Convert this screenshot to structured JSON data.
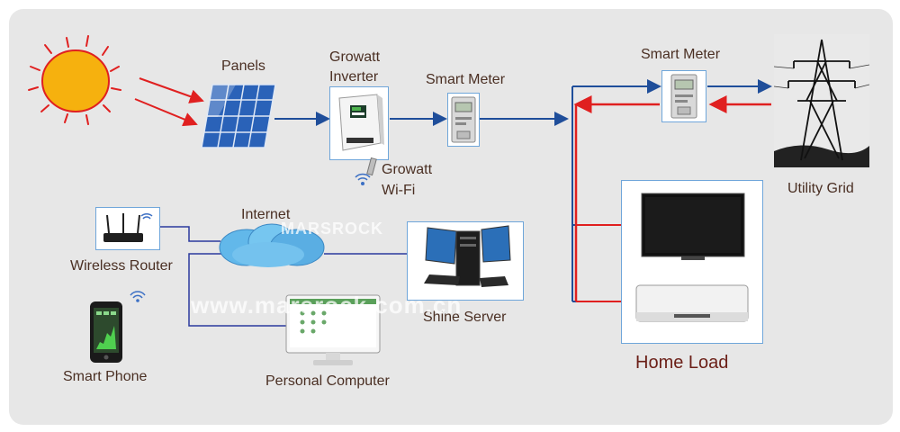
{
  "labels": {
    "panels": "Panels",
    "inverter_line1": "Growatt",
    "inverter_line2": "Inverter",
    "smart_meter_1": "Smart Meter",
    "smart_meter_2": "Smart Meter",
    "utility_grid": "Utility Grid",
    "wifi_line1": "Growatt",
    "wifi_line2": "Wi-Fi",
    "internet": "Internet",
    "wireless_router": "Wireless Router",
    "smart_phone": "Smart Phone",
    "shine_server": "Shine Server",
    "personal_computer": "Personal Computer",
    "home_load": "Home Load"
  },
  "watermarks": {
    "logo": "MARSROCK",
    "url": "www.marsrock.com.cn"
  },
  "colors": {
    "flow_blue": "#1f4e9a",
    "flow_red": "#e02020",
    "box_border": "#6fa6da",
    "net_line": "#2b3a9e",
    "sun": "#f6b10e",
    "panel_bg": "#e7e7e7"
  },
  "icons": [
    "sun-icon",
    "solar-panel-icon",
    "inverter-icon",
    "smart-meter-icon",
    "pylon-icon",
    "wifi-dongle-icon",
    "router-icon",
    "cloud-icon",
    "server-icon",
    "pc-icon",
    "phone-icon",
    "tv-icon",
    "air-conditioner-icon"
  ]
}
